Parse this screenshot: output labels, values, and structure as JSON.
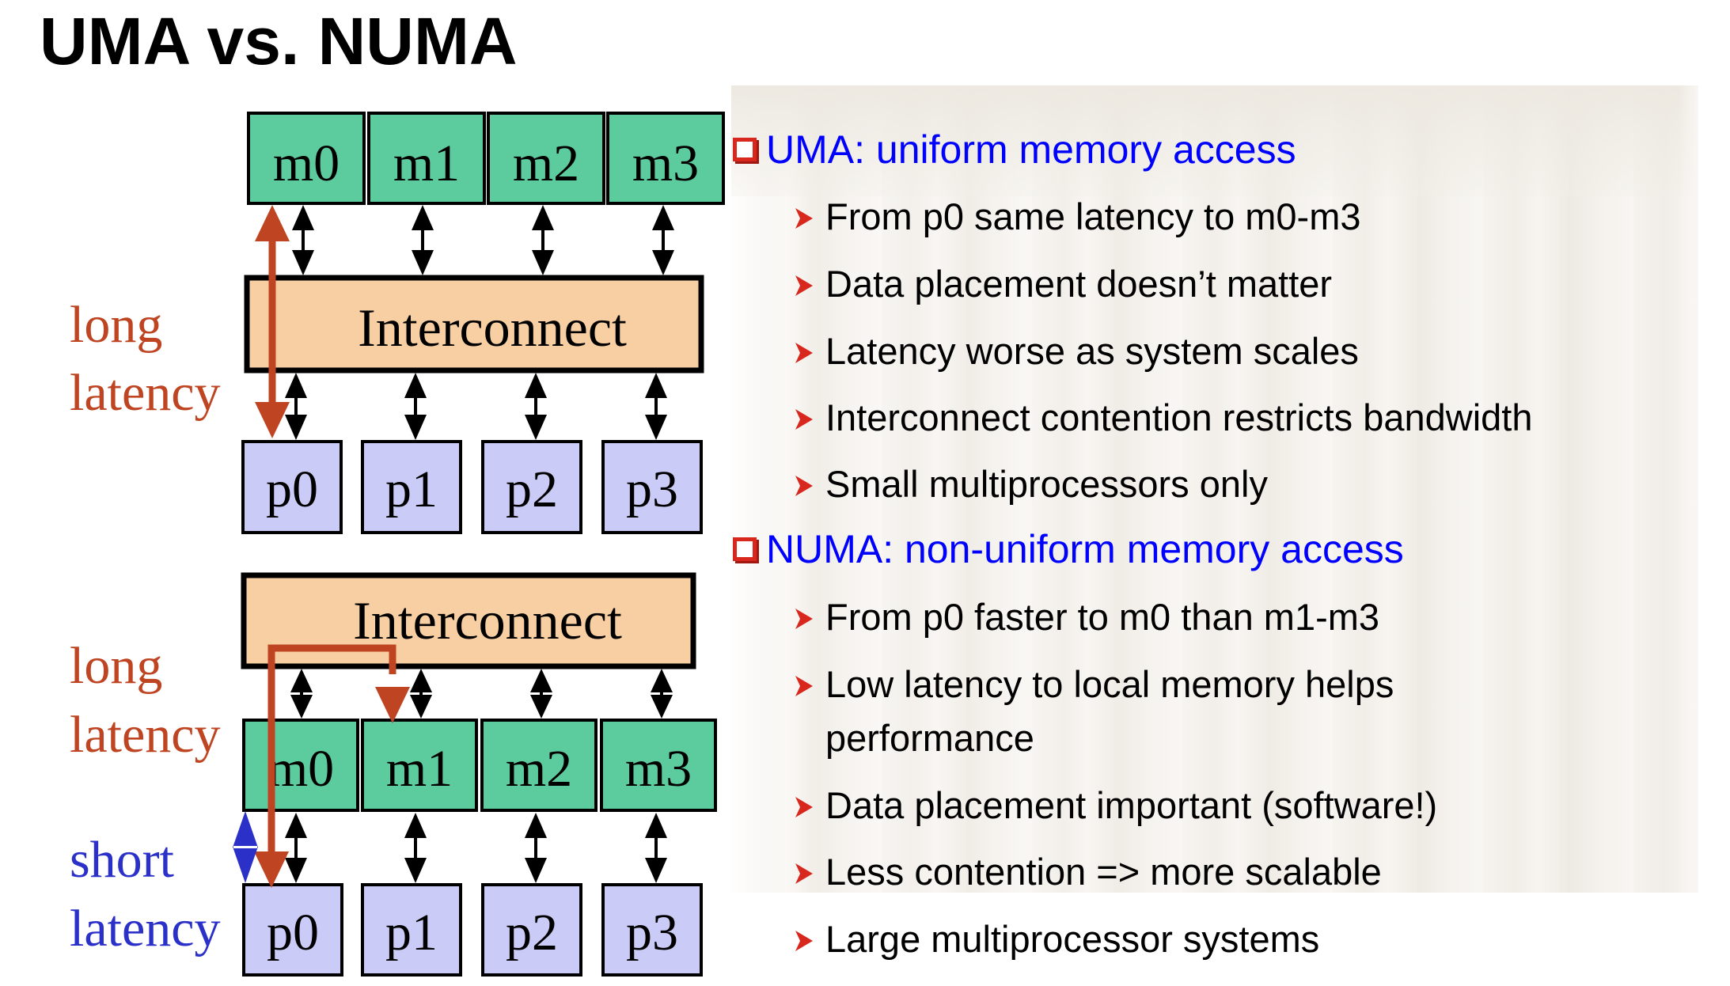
{
  "title": "UMA vs. NUMA",
  "colors": {
    "memory_fill": "#5ccb9e",
    "processor_fill": "#cbcbf7",
    "interconnect_fill": "#f7cfa2",
    "long_latency": "#bf4422",
    "short_latency": "#2b31c8",
    "heading_blue": "#0000ff",
    "bullet_red": "#d8281e"
  },
  "uma_diagram": {
    "memories": [
      "m0",
      "m1",
      "m2",
      "m3"
    ],
    "interconnect": "Interconnect",
    "processors": [
      "p0",
      "p1",
      "p2",
      "p3"
    ],
    "label_line1": "long",
    "label_line2": "latency"
  },
  "numa_diagram": {
    "interconnect": "Interconnect",
    "memories": [
      "m0",
      "m1",
      "m2",
      "m3"
    ],
    "processors": [
      "p0",
      "p1",
      "p2",
      "p3"
    ],
    "long_label_line1": "long",
    "long_label_line2": "latency",
    "short_label_line1": "short",
    "short_label_line2": "latency"
  },
  "uma_section": {
    "heading": "UMA: uniform memory access",
    "bullets": [
      "From p0 same latency to m0-m3",
      "Data placement doesn’t matter",
      "Latency worse as system scales",
      "Interconnect contention restricts bandwidth",
      "Small multiprocessors only"
    ]
  },
  "numa_section": {
    "heading": "NUMA: non-uniform memory access",
    "bullets": [
      "From p0 faster to m0 than m1-m3",
      "Low latency to local memory helps performance",
      "Data placement important (software!)",
      "Less contention => more scalable",
      "Large multiprocessor systems"
    ],
    "bullet2_line1": "Low latency to local memory helps",
    "bullet2_line2": "performance"
  }
}
